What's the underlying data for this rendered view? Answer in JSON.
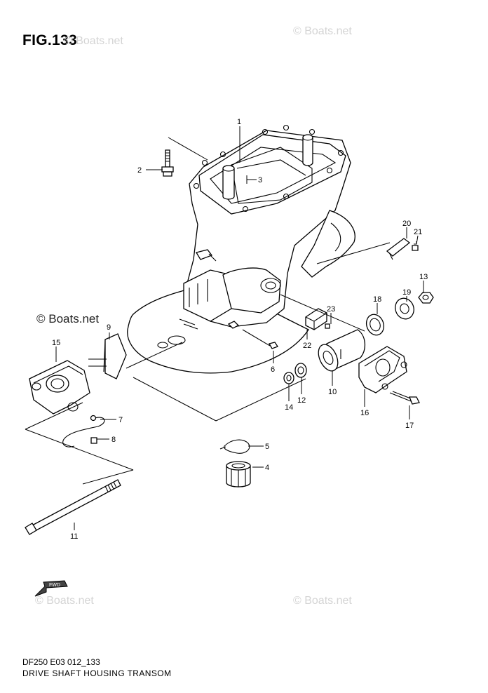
{
  "figure": {
    "title": "FIG.133",
    "code": "DF250 E03 012_133",
    "caption": "DRIVE SHAFT HOUSING TRANSOM"
  },
  "watermarks": {
    "top_left": "© Boats.net",
    "top_right": "© Boats.net",
    "mid_left": "© Boats.net",
    "bottom_left": "© Boats.net",
    "bottom_right": "© Boats.net"
  },
  "callouts": {
    "c1": "1",
    "c2": "2",
    "c3": "3",
    "c4": "4",
    "c5": "5",
    "c6": "6",
    "c7": "7",
    "c8": "8",
    "c9": "9",
    "c10": "10",
    "c11": "11",
    "c12": "12",
    "c13": "13",
    "c14": "14",
    "c15": "15",
    "c16": "16",
    "c17": "17",
    "c18": "18",
    "c19": "19",
    "c20": "20",
    "c21": "21",
    "c22": "22",
    "c23": "23"
  },
  "direction_badge": "FWD",
  "colors": {
    "line": "#000000",
    "background": "#ffffff",
    "watermark": "#d4d4d4"
  }
}
